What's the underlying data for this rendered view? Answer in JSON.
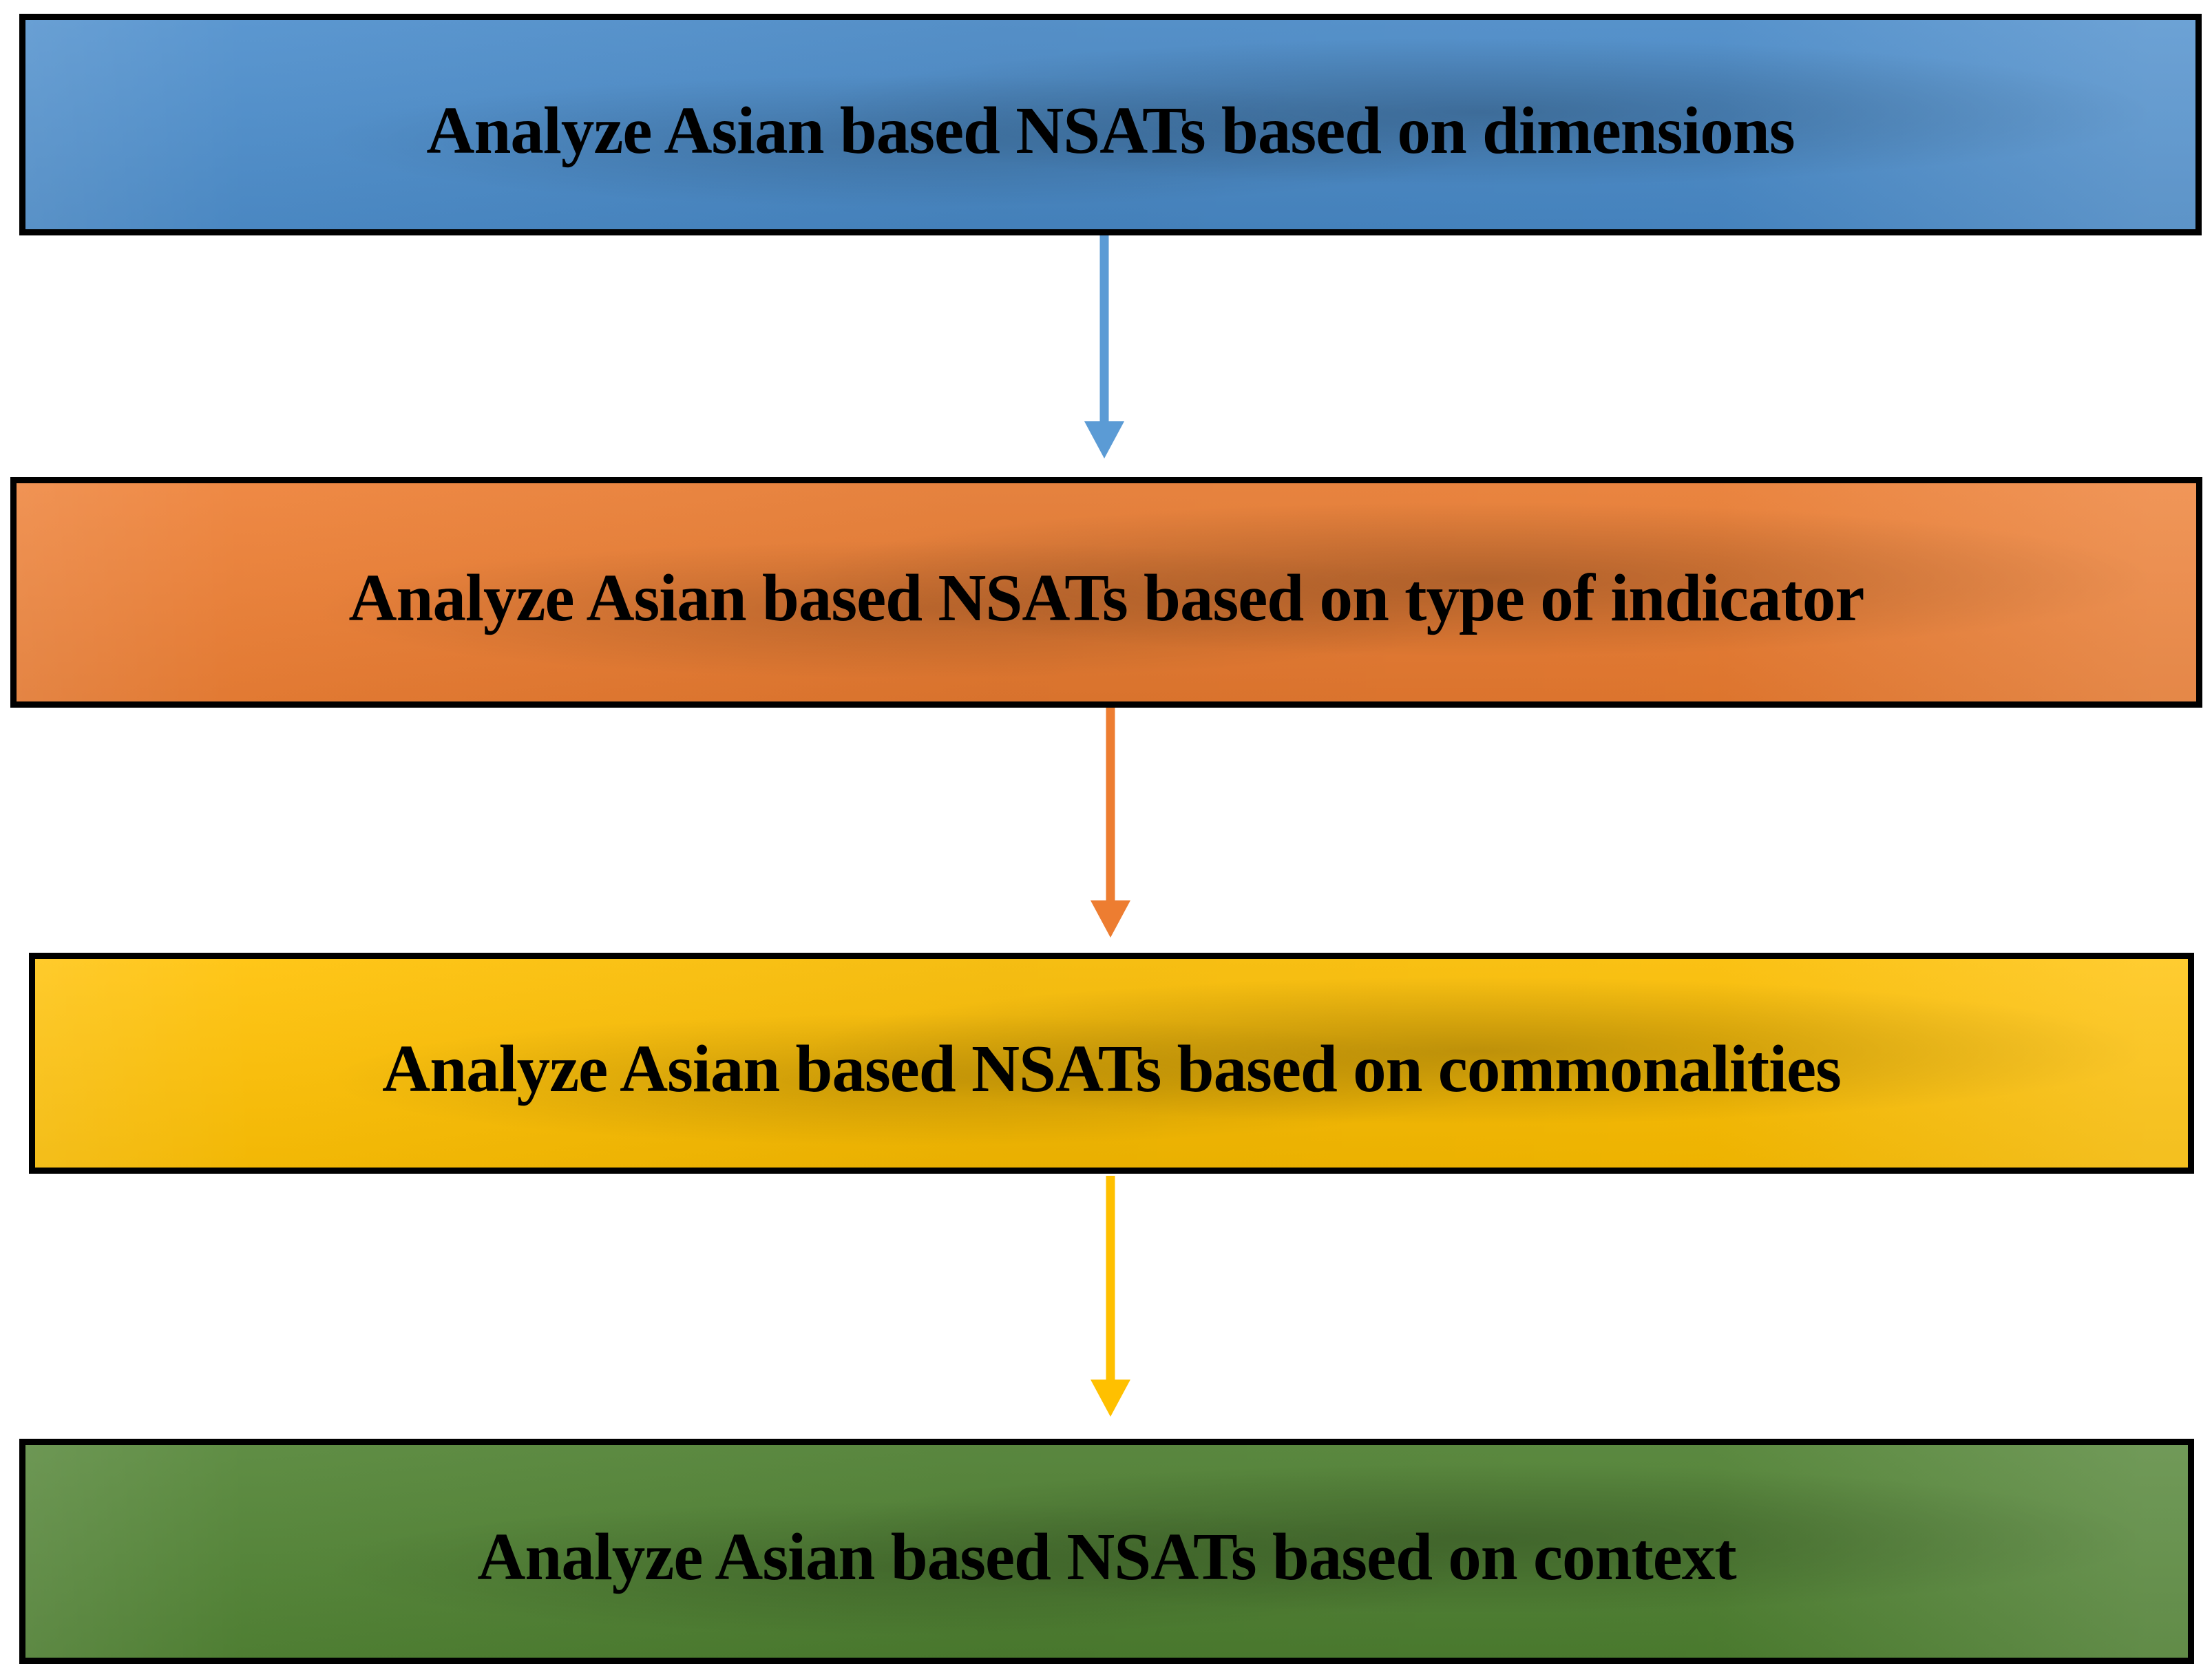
{
  "flowchart": {
    "background": "#FFFFFF",
    "text_color": "#000000",
    "border_color": "#000000",
    "steps": [
      {
        "label": "Analyze Asian based NSATs based on dimensions",
        "fill": "#4A8CCB"
      },
      {
        "label": "Analyze Asian based NSATs based on type of indicator",
        "fill": "#ED7D31"
      },
      {
        "label": "Analyze Asian based NSATs based on commonalities",
        "fill": "#FFC000"
      },
      {
        "label": "Analyze Asian based NSATs based on context",
        "fill": "#4F8231"
      }
    ],
    "arrows": [
      {
        "from": "dimensions",
        "to": "type of indicator",
        "color": "#5B9BD5"
      },
      {
        "from": "type of indicator",
        "to": "commonalities",
        "color": "#ED7D31"
      },
      {
        "from": "commonalities",
        "to": "context",
        "color": "#FFC000"
      }
    ]
  }
}
